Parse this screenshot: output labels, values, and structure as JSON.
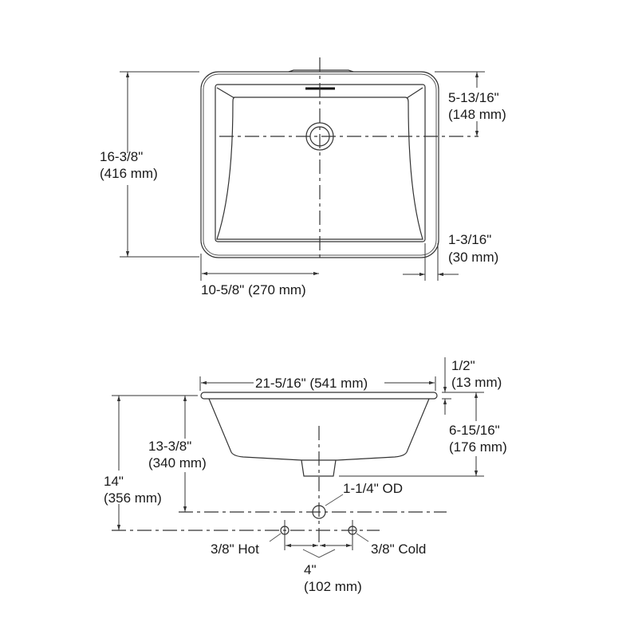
{
  "top_view": {
    "overall_depth": {
      "imperial": "16-3/8\"",
      "metric": "(416 mm)"
    },
    "drain_from_back": {
      "imperial": "5-13/16\"",
      "metric": "(148 mm)"
    },
    "rim_width": {
      "imperial": "1-3/16\"",
      "metric": "(30 mm)"
    },
    "half_width": "10-5/8\" (270 mm)"
  },
  "side_view": {
    "overall_width": "21-5/16\" (541 mm)",
    "rim_thickness": {
      "imperial": "1/2\"",
      "metric": "(13 mm)"
    },
    "bowl_depth": {
      "imperial": "6-15/16\"",
      "metric": "(176 mm)"
    },
    "drain_height": {
      "imperial": "13-3/8\"",
      "metric": "(340 mm)"
    },
    "supply_height": {
      "imperial": "14\"",
      "metric": "(356 mm)"
    },
    "drain_od": "1-1/4\" OD",
    "hot_supply": "3/8\" Hot",
    "cold_supply": "3/8\" Cold",
    "supply_spacing": {
      "imperial": "4\"",
      "metric": "(102 mm)"
    }
  }
}
